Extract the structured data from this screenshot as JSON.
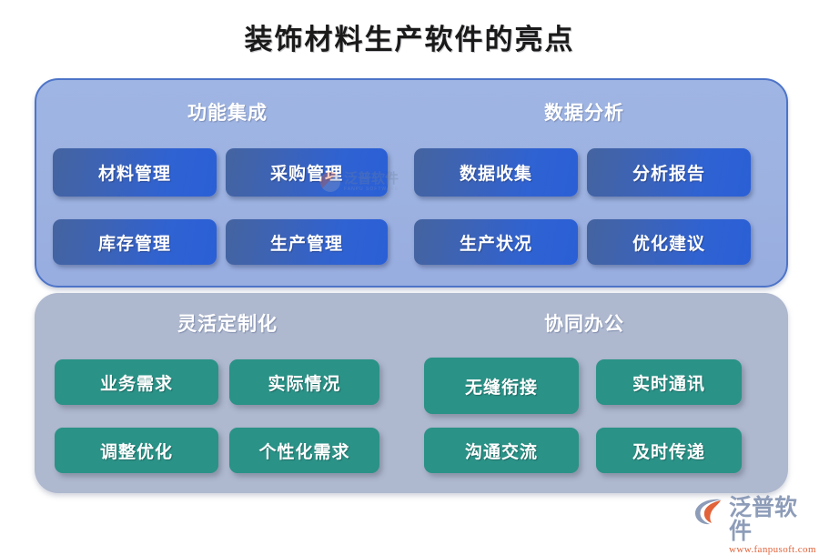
{
  "title": "装饰材料生产软件的亮点",
  "colors": {
    "panel_blue_bg": "#9fb5e3",
    "panel_blue_border": "#4d74c8",
    "panel_gray_bg": "#aeb8ce",
    "item_blue": "#2f62d2",
    "item_green": "#2a9287",
    "heading_text": "#ffffff",
    "title_text": "#1a1a1a",
    "brand_orange": "#e2633a",
    "brand_gray": "#8d9cb8"
  },
  "panels": [
    {
      "id": "panel-blue",
      "style": "blue",
      "groups": [
        {
          "heading": "功能集成",
          "items": [
            "材料管理",
            "采购管理",
            "库存管理",
            "生产管理"
          ]
        },
        {
          "heading": "数据分析",
          "items": [
            "数据收集",
            "分析报告",
            "生产状况",
            "优化建议"
          ]
        }
      ]
    },
    {
      "id": "panel-gray",
      "style": "gray",
      "groups": [
        {
          "heading": "灵活定制化",
          "items": [
            "业务需求",
            "实际情况",
            "调整优化",
            "个性化需求"
          ]
        },
        {
          "heading": "协同办公",
          "items": [
            "无缝衔接",
            "实时通讯",
            "沟通交流",
            "及时传递"
          ]
        }
      ]
    }
  ],
  "watermark": {
    "name": "泛普软件",
    "tagline": "FANPU SOFTWARE"
  },
  "brand": {
    "name": "泛普软件",
    "url": "www.fanpusoft.com"
  }
}
